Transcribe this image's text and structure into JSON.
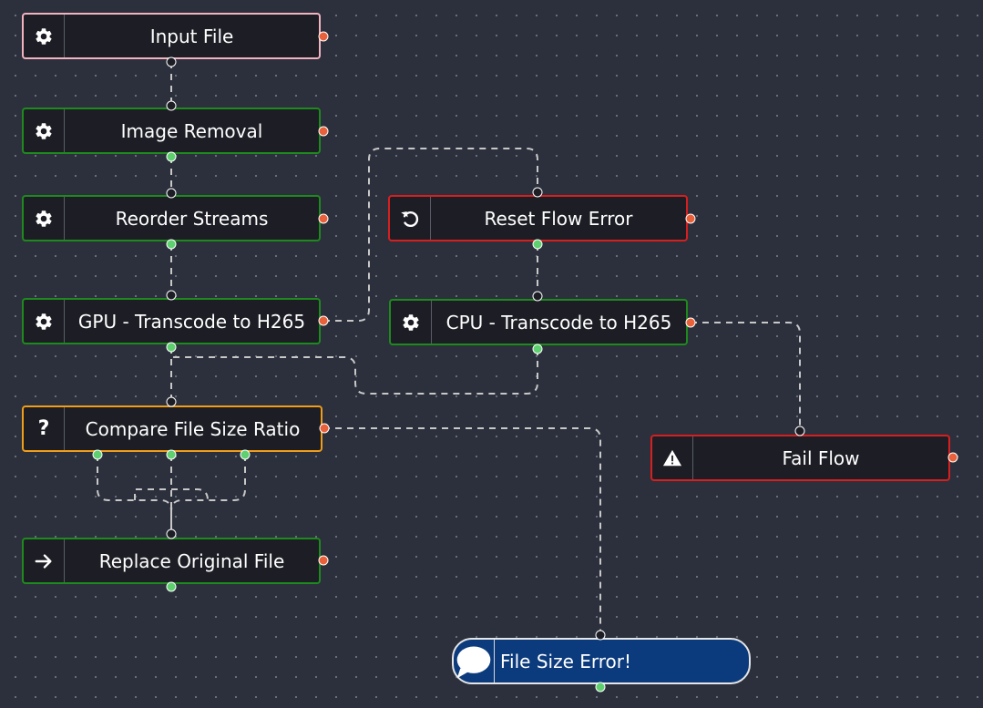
{
  "canvas": {
    "background": "#2c303c",
    "dot_color": "#6b7080"
  },
  "colors": {
    "node_background": "#1d1e25",
    "border_input": "#f1b3bf",
    "border_process": "#1e8a1e",
    "border_error": "#d61f1f",
    "border_condition": "#ef9d1b",
    "comment_background": "#0b3b7c",
    "port_success": "#5fd06f",
    "port_failure": "#e8613a",
    "wire": "#c8c8c8"
  },
  "nodes": {
    "input_file": {
      "label": "Input File",
      "icon": "gear-icon"
    },
    "image_removal": {
      "label": "Image Removal",
      "icon": "gear-icon"
    },
    "reorder_streams": {
      "label": "Reorder Streams",
      "icon": "gear-icon"
    },
    "gpu_transcode": {
      "label": "GPU - Transcode to H265",
      "icon": "gear-icon"
    },
    "compare_ratio": {
      "label": "Compare File Size Ratio",
      "icon": "question-icon"
    },
    "replace_original": {
      "label": "Replace Original File",
      "icon": "arrow-right-icon"
    },
    "reset_flow_error": {
      "label": "Reset Flow Error",
      "icon": "undo-icon"
    },
    "cpu_transcode": {
      "label": "CPU - Transcode to H265",
      "icon": "gear-icon"
    },
    "fail_flow": {
      "label": "Fail Flow",
      "icon": "warning-icon"
    }
  },
  "comment": {
    "label": "File Size Error!",
    "icon": "speech-bubble-icon"
  }
}
